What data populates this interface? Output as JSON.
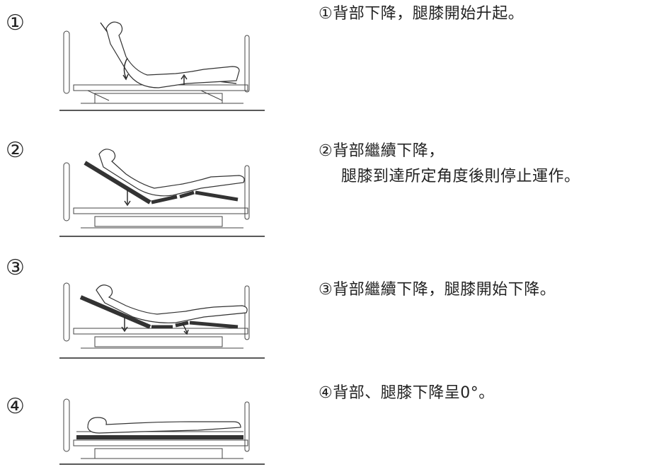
{
  "steps": [
    {
      "number": "①",
      "caption_line1": "①背部下降，腿膝開始升起。",
      "caption_line2": ""
    },
    {
      "number": "②",
      "caption_line1": "②背部繼續下降，",
      "caption_line2": "腿膝到達所定角度後則停止運作。"
    },
    {
      "number": "③",
      "caption_line1": "③背部繼續下降，腿膝開始下降。",
      "caption_line2": ""
    },
    {
      "number": "④",
      "caption_line1": "④背部、腿膝下降呈0°。",
      "caption_line2": ""
    }
  ],
  "colors": {
    "line": "#222222",
    "board": "#555555",
    "background": "#ffffff"
  },
  "icons": [
    "bed-illustration",
    "down-arrow-icon",
    "up-arrow-icon"
  ]
}
